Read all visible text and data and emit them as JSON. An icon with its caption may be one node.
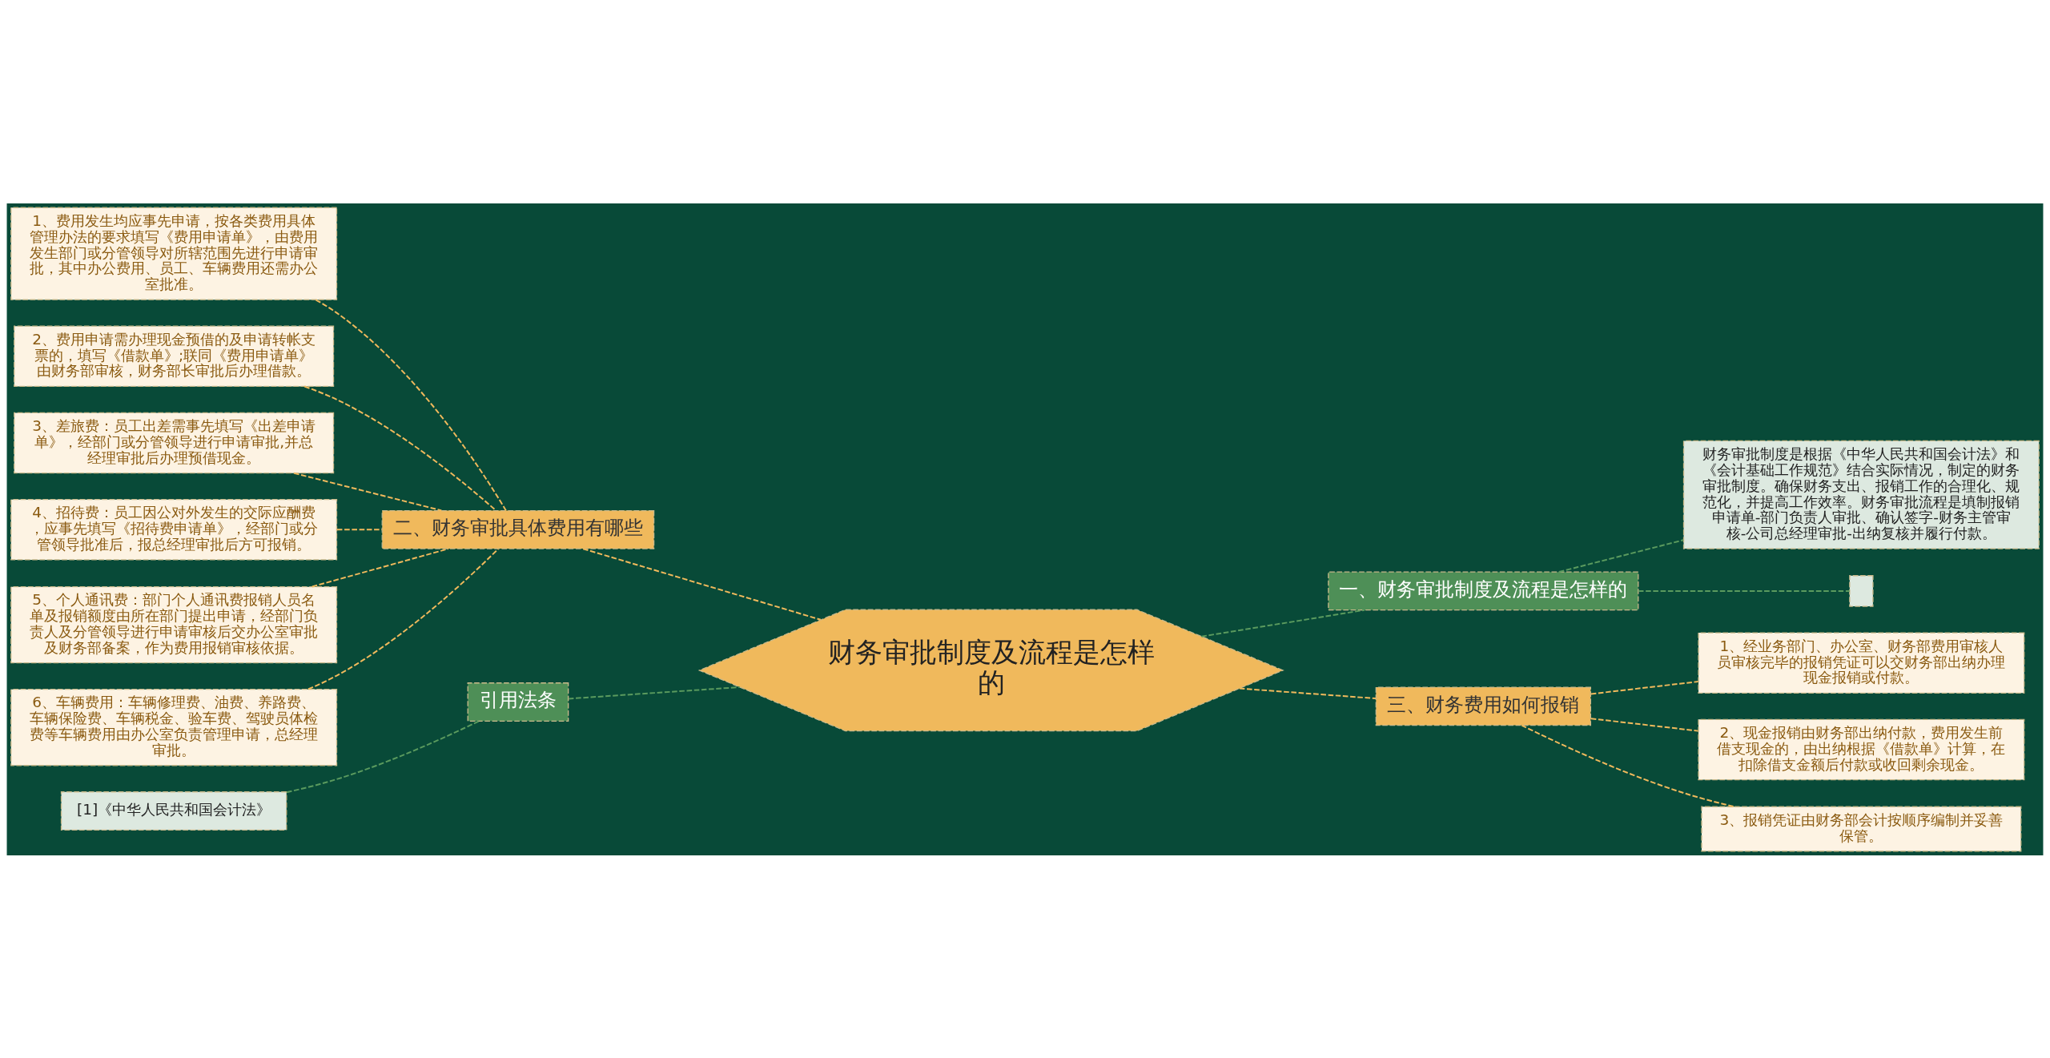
{
  "diagram": {
    "nodes": [
      {
        "text": [
          "财务审批制度及流程是怎样的"
        ]
      },
      {
        "text": [
          "二、财务审批具体费用有哪些"
        ]
      },
      {
        "text": [
          "1、费用发生均应事先申请，按各类费用具体管理办法的要求填写《费用申请单》，由费用发生部门或分管领导对所辖范围先进行申请审批，其中办公费用、员工、车辆费用还需办公室批准。"
        ]
      },
      {
        "text": [
          "2、费用申请需办理现金预借的及申请转帐支票的，填写《借款单》;联同《费用申请单》由财务部审核，财务部长审批后办理借款。"
        ]
      },
      {
        "text": [
          "3、差旅费：员工出差需事先填写《出差申请单》，经部门或分管领导进行申请审批,并总经理审批后办理预借现金。"
        ]
      },
      {
        "text": [
          "4、招待费：员工因公对外发生的交际应酬费，应事先填写《招待费申请单》，经部门或分管领导批准后，报总经理审批后方可报销。"
        ]
      },
      {
        "text": [
          "5、个人通讯费：部门个人通讯费报销人员名单及报销额度由所在部门提出申请，经部门负责人及分管领导进行申请审核后交办公室审批及财务部备案，作为费用报销审核依据。"
        ]
      },
      {
        "text": [
          "6、车辆费用：车辆修理费、油费、养路费、车辆保险费、车辆税金、验车费、驾驶员体检费等车辆费用由办公室负责管理申请，总经理审批。"
        ]
      },
      {
        "text": [
          "引用法条"
        ]
      },
      {
        "text": [
          "[1]《中华人民共和国会计法》"
        ]
      },
      {
        "text": [
          "一、财务审批制度及流程是怎样的"
        ]
      },
      {
        "text": [
          "财务审批制度是根据《中华人民共和国会计法》和《会计基础工作规范》结合实际情况，制定的财务审批制度。确保财务支出、报销工作的合理化、规范化，并提高工作效率。财务审批流程是填制报销申请单-部门负责人审批、确认签字-财务主管审核-公司总经理审批-出纳复核并履行付款。"
        ]
      },
      {
        "text": [],
        "shape": "box"
      },
      {
        "text": [
          "三、财务费用如何报销"
        ]
      },
      {
        "text": [
          "1、经业务部门、办公室、财务部费用审核人员审核完毕的报销凭证可以交财务部出纳办理现金报销或付款。"
        ]
      },
      {
        "text": [
          "2、现金报销由财务部出纳付款，费用发生前借支现金的，由出纳根据《借款单》计算，在扣除借支金额后付款或收回剩余现金。"
        ]
      },
      {
        "text": [
          "3、报销凭证由财务部会计按顺序编制并妥善保管。"
        ]
      }
    ],
    "edges": [
      {
        "from": 0,
        "to": 1,
        "arrow": "none",
        "style": "dashed"
      },
      {
        "from": 1,
        "to": 2,
        "arrow": "none",
        "style": "dashed"
      },
      {
        "from": 1,
        "to": 3,
        "arrow": "none",
        "style": "dashed"
      },
      {
        "from": 1,
        "to": 4,
        "arrow": "none",
        "style": "dashed"
      },
      {
        "from": 1,
        "to": 5,
        "arrow": "none",
        "style": "dashed"
      },
      {
        "from": 1,
        "to": 6,
        "arrow": "none",
        "style": "dashed"
      },
      {
        "from": 1,
        "to": 7,
        "arrow": "none",
        "style": "dashed"
      },
      {
        "from": 0,
        "to": 8,
        "arrow": "none",
        "style": "dashed",
        "color": "#5a9a5e"
      },
      {
        "from": 8,
        "to": 9,
        "arrow": "none",
        "style": "dashed",
        "color": "#5a9a5e"
      },
      {
        "from": 0,
        "to": 10,
        "arrow": "none",
        "style": "dashed",
        "color": "#5a9a5e"
      },
      {
        "from": 10,
        "to": 11,
        "arrow": "none",
        "style": "dashed",
        "color": "#5a9a5e"
      },
      {
        "from": 10,
        "to": 12,
        "arrow": "none",
        "style": "dashed",
        "color": "#5a9a5e"
      },
      {
        "from": 0,
        "to": 13,
        "arrow": "none",
        "style": "dashed"
      },
      {
        "from": 13,
        "to": 14,
        "arrow": "none",
        "style": "dashed"
      },
      {
        "from": 13,
        "to": 15,
        "arrow": "none",
        "style": "dashed"
      },
      {
        "from": 13,
        "to": 16,
        "arrow": "none",
        "style": "dashed"
      }
    ]
  }
}
